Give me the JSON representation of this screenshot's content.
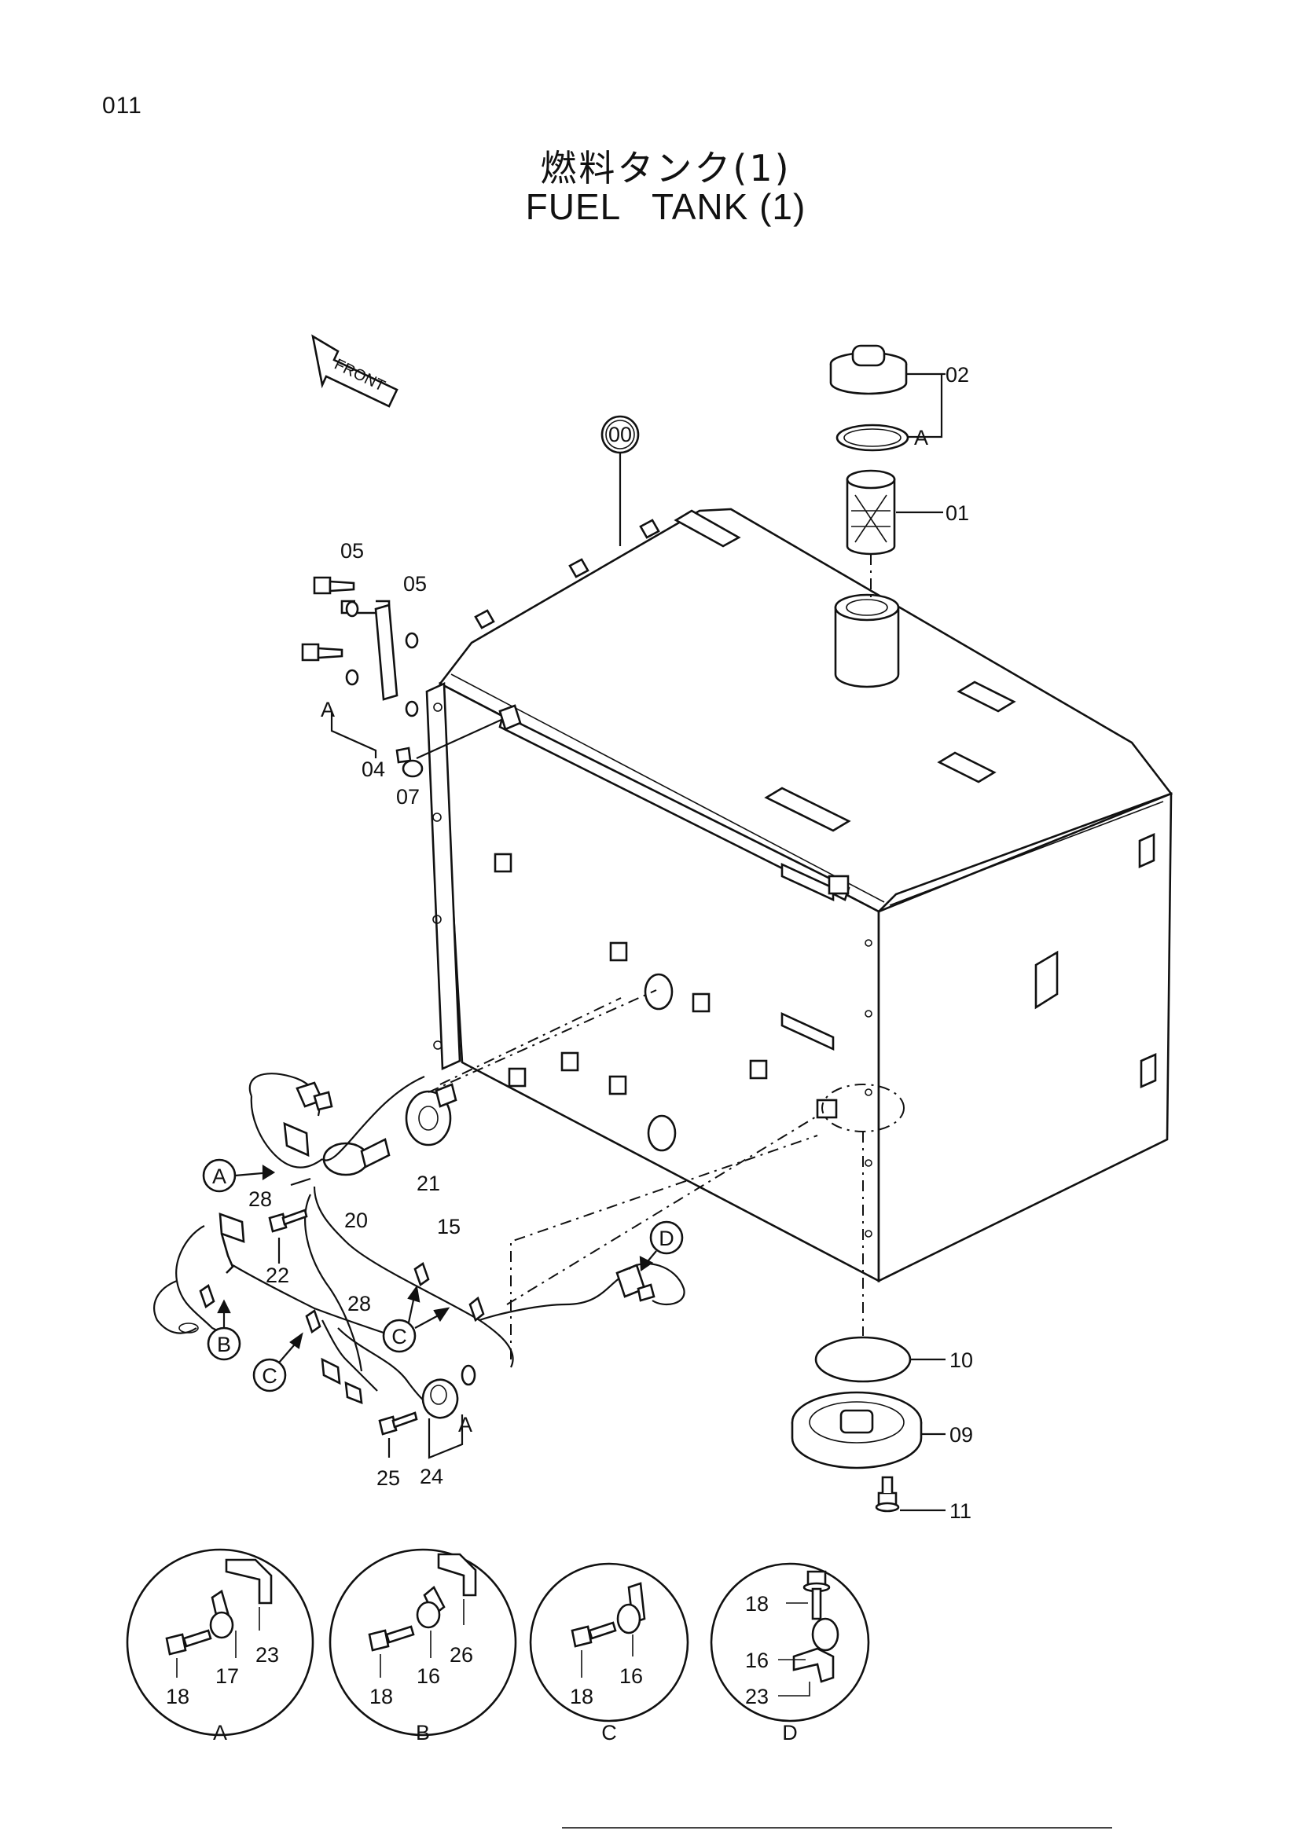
{
  "page": {
    "number": "011"
  },
  "title": {
    "ja": "燃料タンク(1)",
    "en": "FUEL   TANK (1)"
  },
  "front_marker": "FRONT",
  "assembly_label": "00",
  "callouts": {
    "c02": "02",
    "cA_cap": "A",
    "c01": "01",
    "c05a": "05",
    "c05b": "05",
    "cA_bkt": "A",
    "c04": "04",
    "c07": "07",
    "c28a": "28",
    "c20": "20",
    "c21": "21",
    "c22": "22",
    "c15": "15",
    "c28b": "28",
    "c25": "25",
    "c24": "24",
    "cA_seal": "A",
    "c10": "10",
    "c09": "09",
    "c11": "11"
  },
  "ref_circles": {
    "A": "A",
    "B": "B",
    "C1": "C",
    "C2": "C",
    "D": "D"
  },
  "details": [
    {
      "caption": "A",
      "labels": [
        "23",
        "17",
        "18"
      ]
    },
    {
      "caption": "B",
      "labels": [
        "26",
        "16",
        "18"
      ]
    },
    {
      "caption": "C",
      "labels": [
        "16",
        "18"
      ]
    },
    {
      "caption": "D",
      "labels": [
        "18",
        "16",
        "23"
      ]
    }
  ]
}
